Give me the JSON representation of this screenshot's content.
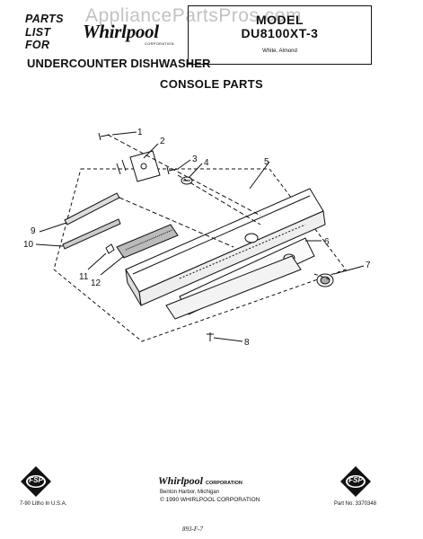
{
  "watermark": "AppliancePartsPros.com",
  "header": {
    "parts_list_for": [
      "PARTS",
      "LIST",
      "FOR"
    ],
    "brand": "Whirlpool",
    "brand_corp": "CORPORATION",
    "title": "UNDERCOUNTER DISHWASHER"
  },
  "model_box": {
    "label": "MODEL",
    "number": "DU8100XT-3",
    "color": "White, Almond"
  },
  "section_title": "CONSOLE PARTS",
  "diagram": {
    "callouts": [
      "1",
      "2",
      "3",
      "4",
      "5",
      "6",
      "7",
      "8",
      "9",
      "10",
      "11",
      "12"
    ]
  },
  "footer": {
    "fsp_label": "FSP",
    "left_note": "7-90 Litho In U.S.A.",
    "brand": "Whirlpool",
    "brand_corp": "CORPORATION",
    "city": "Benton Harbor, Michigan",
    "copyright": "© 1990 WHIRLPOOL CORPORATION",
    "part_number": "Part No. 3370348",
    "handwritten": "893-F-7"
  },
  "colors": {
    "ink": "#111111",
    "paper": "#ffffff",
    "watermark": "#8a8a8a"
  }
}
